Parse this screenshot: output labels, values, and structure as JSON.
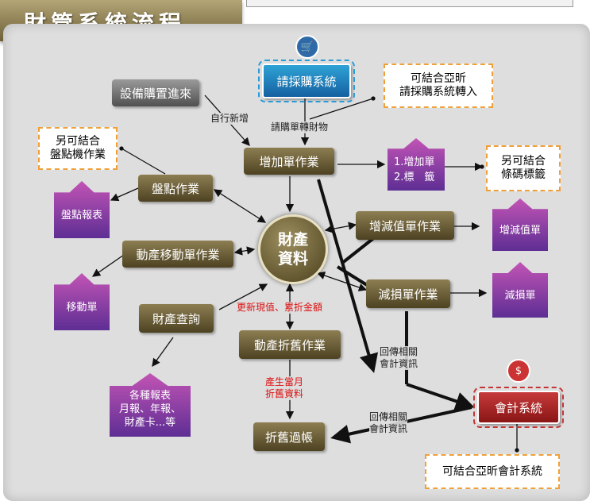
{
  "title": "財管系統流程",
  "nodes": {
    "purchase_system": "請採購系統",
    "equipment_in": "設備購置進來",
    "add_order": "增加單作業",
    "inventory": "盤點作業",
    "movement": "動產移動單作業",
    "asset_query": "財產查詢",
    "asset_data": "財產\n資料",
    "value_change": "增減值單作業",
    "loss": "減損單作業",
    "depreciation": "動產折舊作業",
    "depr_posting": "折舊過帳",
    "accounting": "會計系統"
  },
  "outputs": {
    "add_doc_1": "1.增加單",
    "add_doc_2": "2.標　籤",
    "inventory_report": "盤點報表",
    "movement_doc": "移動單",
    "reports": "各種報表\n月報、年報、\n財產卡...等",
    "value_doc": "增減值單",
    "loss_doc": "減損單"
  },
  "notes": {
    "purchase_note": "可結合亞昕\n請採購系統轉入",
    "inventory_note": "另可結合\n盤點機作業",
    "barcode_note": "另可結合\n條碼標籤",
    "accounting_note": "可結合亞昕會計系統"
  },
  "labels": {
    "self_add": "自行新增",
    "po_transfer": "請購單轉財物",
    "update_value": "更新現值、累折金額",
    "monthly_depr": "產生當月\n折舊資料",
    "return_info_1": "回傳相關\n會計資訊",
    "return_info_2": "回傳相關\n會計資訊"
  },
  "colors": {
    "olive": "#6b5e33",
    "purple": "#8b3fa8",
    "blue": "#1f7fc0",
    "red": "#b22222",
    "note_border": "#f0a03a"
  },
  "icons": [
    "cart-icon",
    "dollar-icon"
  ]
}
